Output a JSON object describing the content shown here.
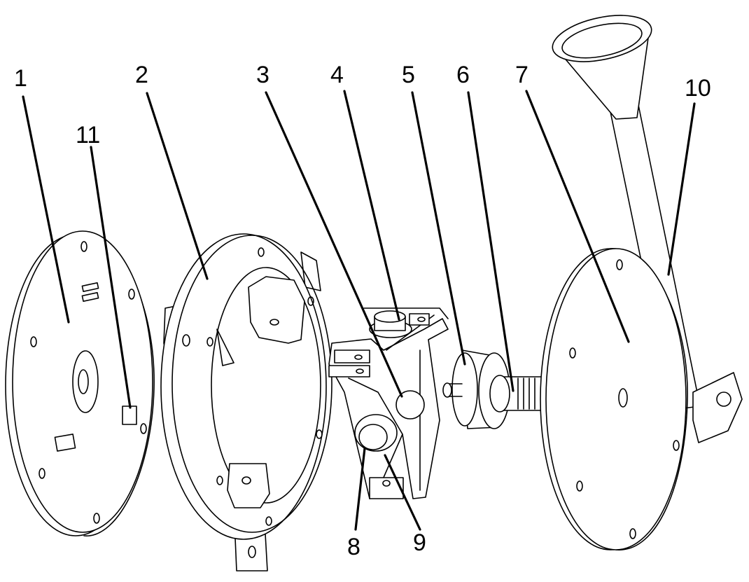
{
  "diagram": {
    "labels": [
      {
        "id": "1",
        "text": "1"
      },
      {
        "id": "2",
        "text": "2"
      },
      {
        "id": "3",
        "text": "3"
      },
      {
        "id": "4",
        "text": "4"
      },
      {
        "id": "5",
        "text": "5"
      },
      {
        "id": "6",
        "text": "6"
      },
      {
        "id": "7",
        "text": "7"
      },
      {
        "id": "8",
        "text": "8"
      },
      {
        "id": "9",
        "text": "9"
      },
      {
        "id": "10",
        "text": "10"
      },
      {
        "id": "11",
        "text": "11"
      }
    ]
  }
}
